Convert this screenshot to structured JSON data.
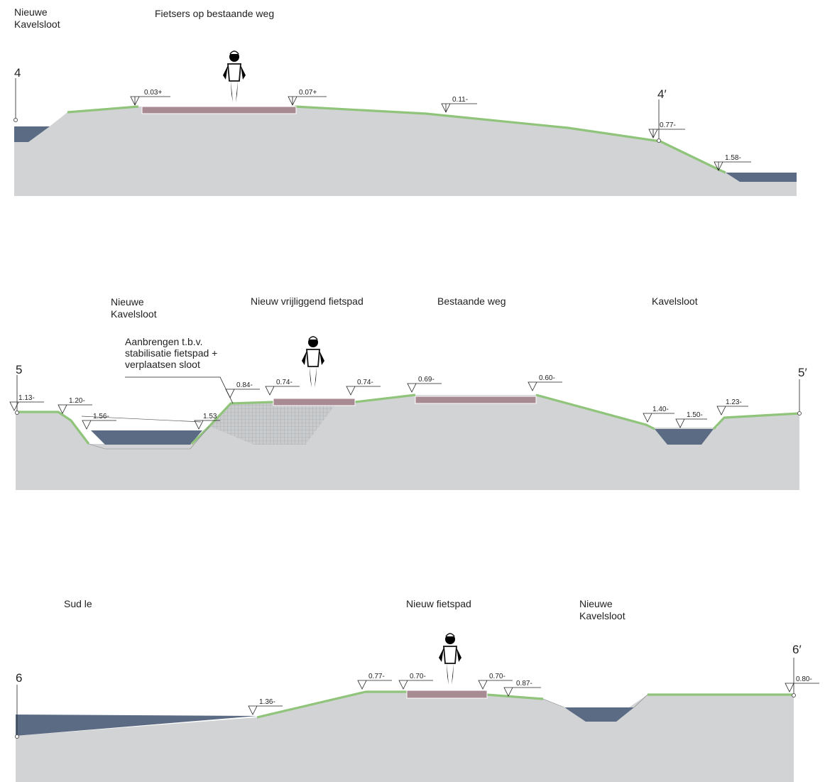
{
  "section1": {
    "start_marker": "4",
    "end_marker": "4′",
    "labels": {
      "ditch": "Nieuwe\nKavelsloot",
      "cyclists": "Fietsers op bestaande weg"
    },
    "elevations": [
      "0.03+",
      "0.07+",
      "0.11-",
      "0.77-",
      "1.58-"
    ]
  },
  "section2": {
    "start_marker": "5",
    "end_marker": "5′",
    "labels": {
      "ditch_new": "Nieuwe\nKavelsloot",
      "new_path": "Nieuw vrijliggend fietspad",
      "existing_road": "Bestaande weg",
      "ditch": "Kavelsloot",
      "note": "Aanbrengen t.b.v.\nstabilisatie fietspad +\nverplaatsen sloot"
    },
    "elevations": [
      "1.13-",
      "1.20-",
      "1.56-",
      "1.53",
      "0.84-",
      "0.74-",
      "0.74-",
      "0.69-",
      "0.60-",
      "1.40-",
      "1.50-",
      "1.23-"
    ]
  },
  "section3": {
    "start_marker": "6",
    "end_marker": "6′",
    "labels": {
      "left": "Sud le",
      "new_path": "Nieuw fietspad",
      "ditch_new": "Nieuwe\nKavelsloot"
    },
    "elevations": [
      "1.36-",
      "0.77-",
      "0.70-",
      "0.70-",
      "0.87-",
      "0.80-"
    ]
  },
  "colors": {
    "ground": "#d1d3d4",
    "water": "#5b6b84",
    "road": "#a88a93",
    "grass": "#8fc47a"
  }
}
